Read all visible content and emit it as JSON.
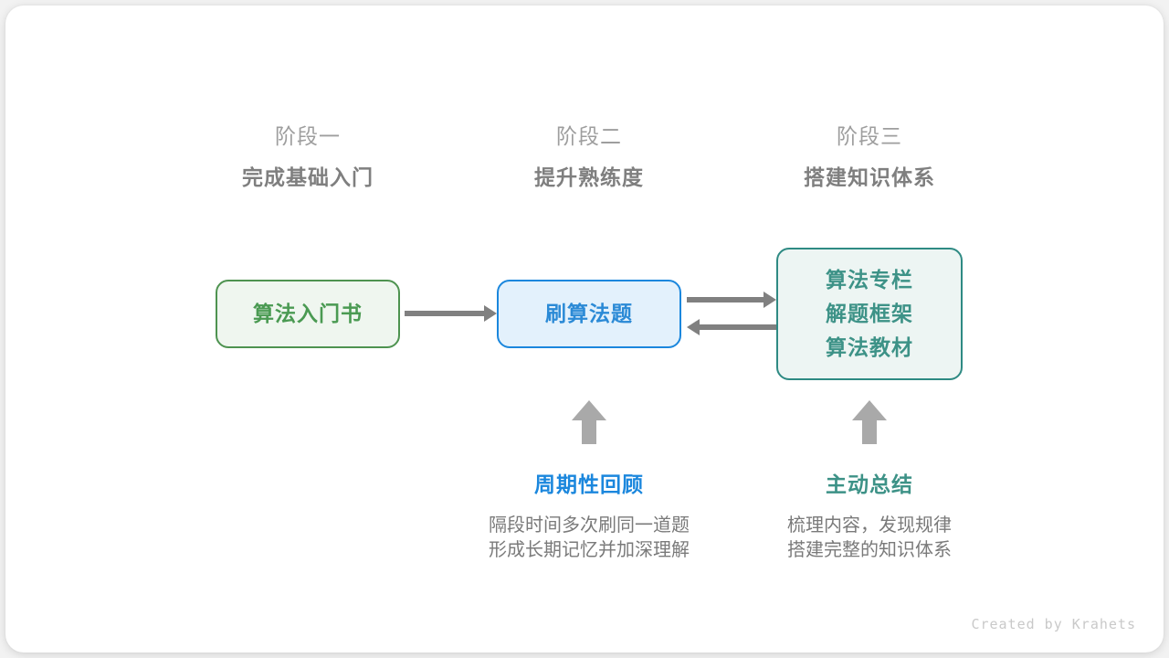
{
  "stages": [
    {
      "num": "阶段一",
      "title": "完成基础入门"
    },
    {
      "num": "阶段二",
      "title": "提升熟练度"
    },
    {
      "num": "阶段三",
      "title": "搭建知识体系"
    }
  ],
  "boxes": {
    "intro": {
      "lines": [
        "算法入门书"
      ],
      "border_color": "#4e9350",
      "fill_color": "#eff6ef",
      "text_color": "#4a9a52"
    },
    "practice": {
      "lines": [
        "刷算法题"
      ],
      "border_color": "#1b87dd",
      "fill_color": "#e3f1fc",
      "text_color": "#2b8ad6"
    },
    "system": {
      "lines": [
        "算法专栏",
        "解题框架",
        "算法教材"
      ],
      "border_color": "#2e8a83",
      "fill_color": "#edf5f3",
      "text_color": "#3d9287"
    }
  },
  "notes": [
    {
      "title": "周期性回顾",
      "title_color": "#1b87dd",
      "body_lines": [
        "隔段时间多次刷同一道题",
        "形成长期记忆并加深理解"
      ]
    },
    {
      "title": "主动总结",
      "title_color": "#3d9287",
      "body_lines": [
        "梳理内容，发现规律",
        "搭建完整的知识体系"
      ]
    }
  ],
  "arrows": {
    "color": "#808080",
    "up_color": "#a9a9a9"
  },
  "credit": "Created by Krahets"
}
